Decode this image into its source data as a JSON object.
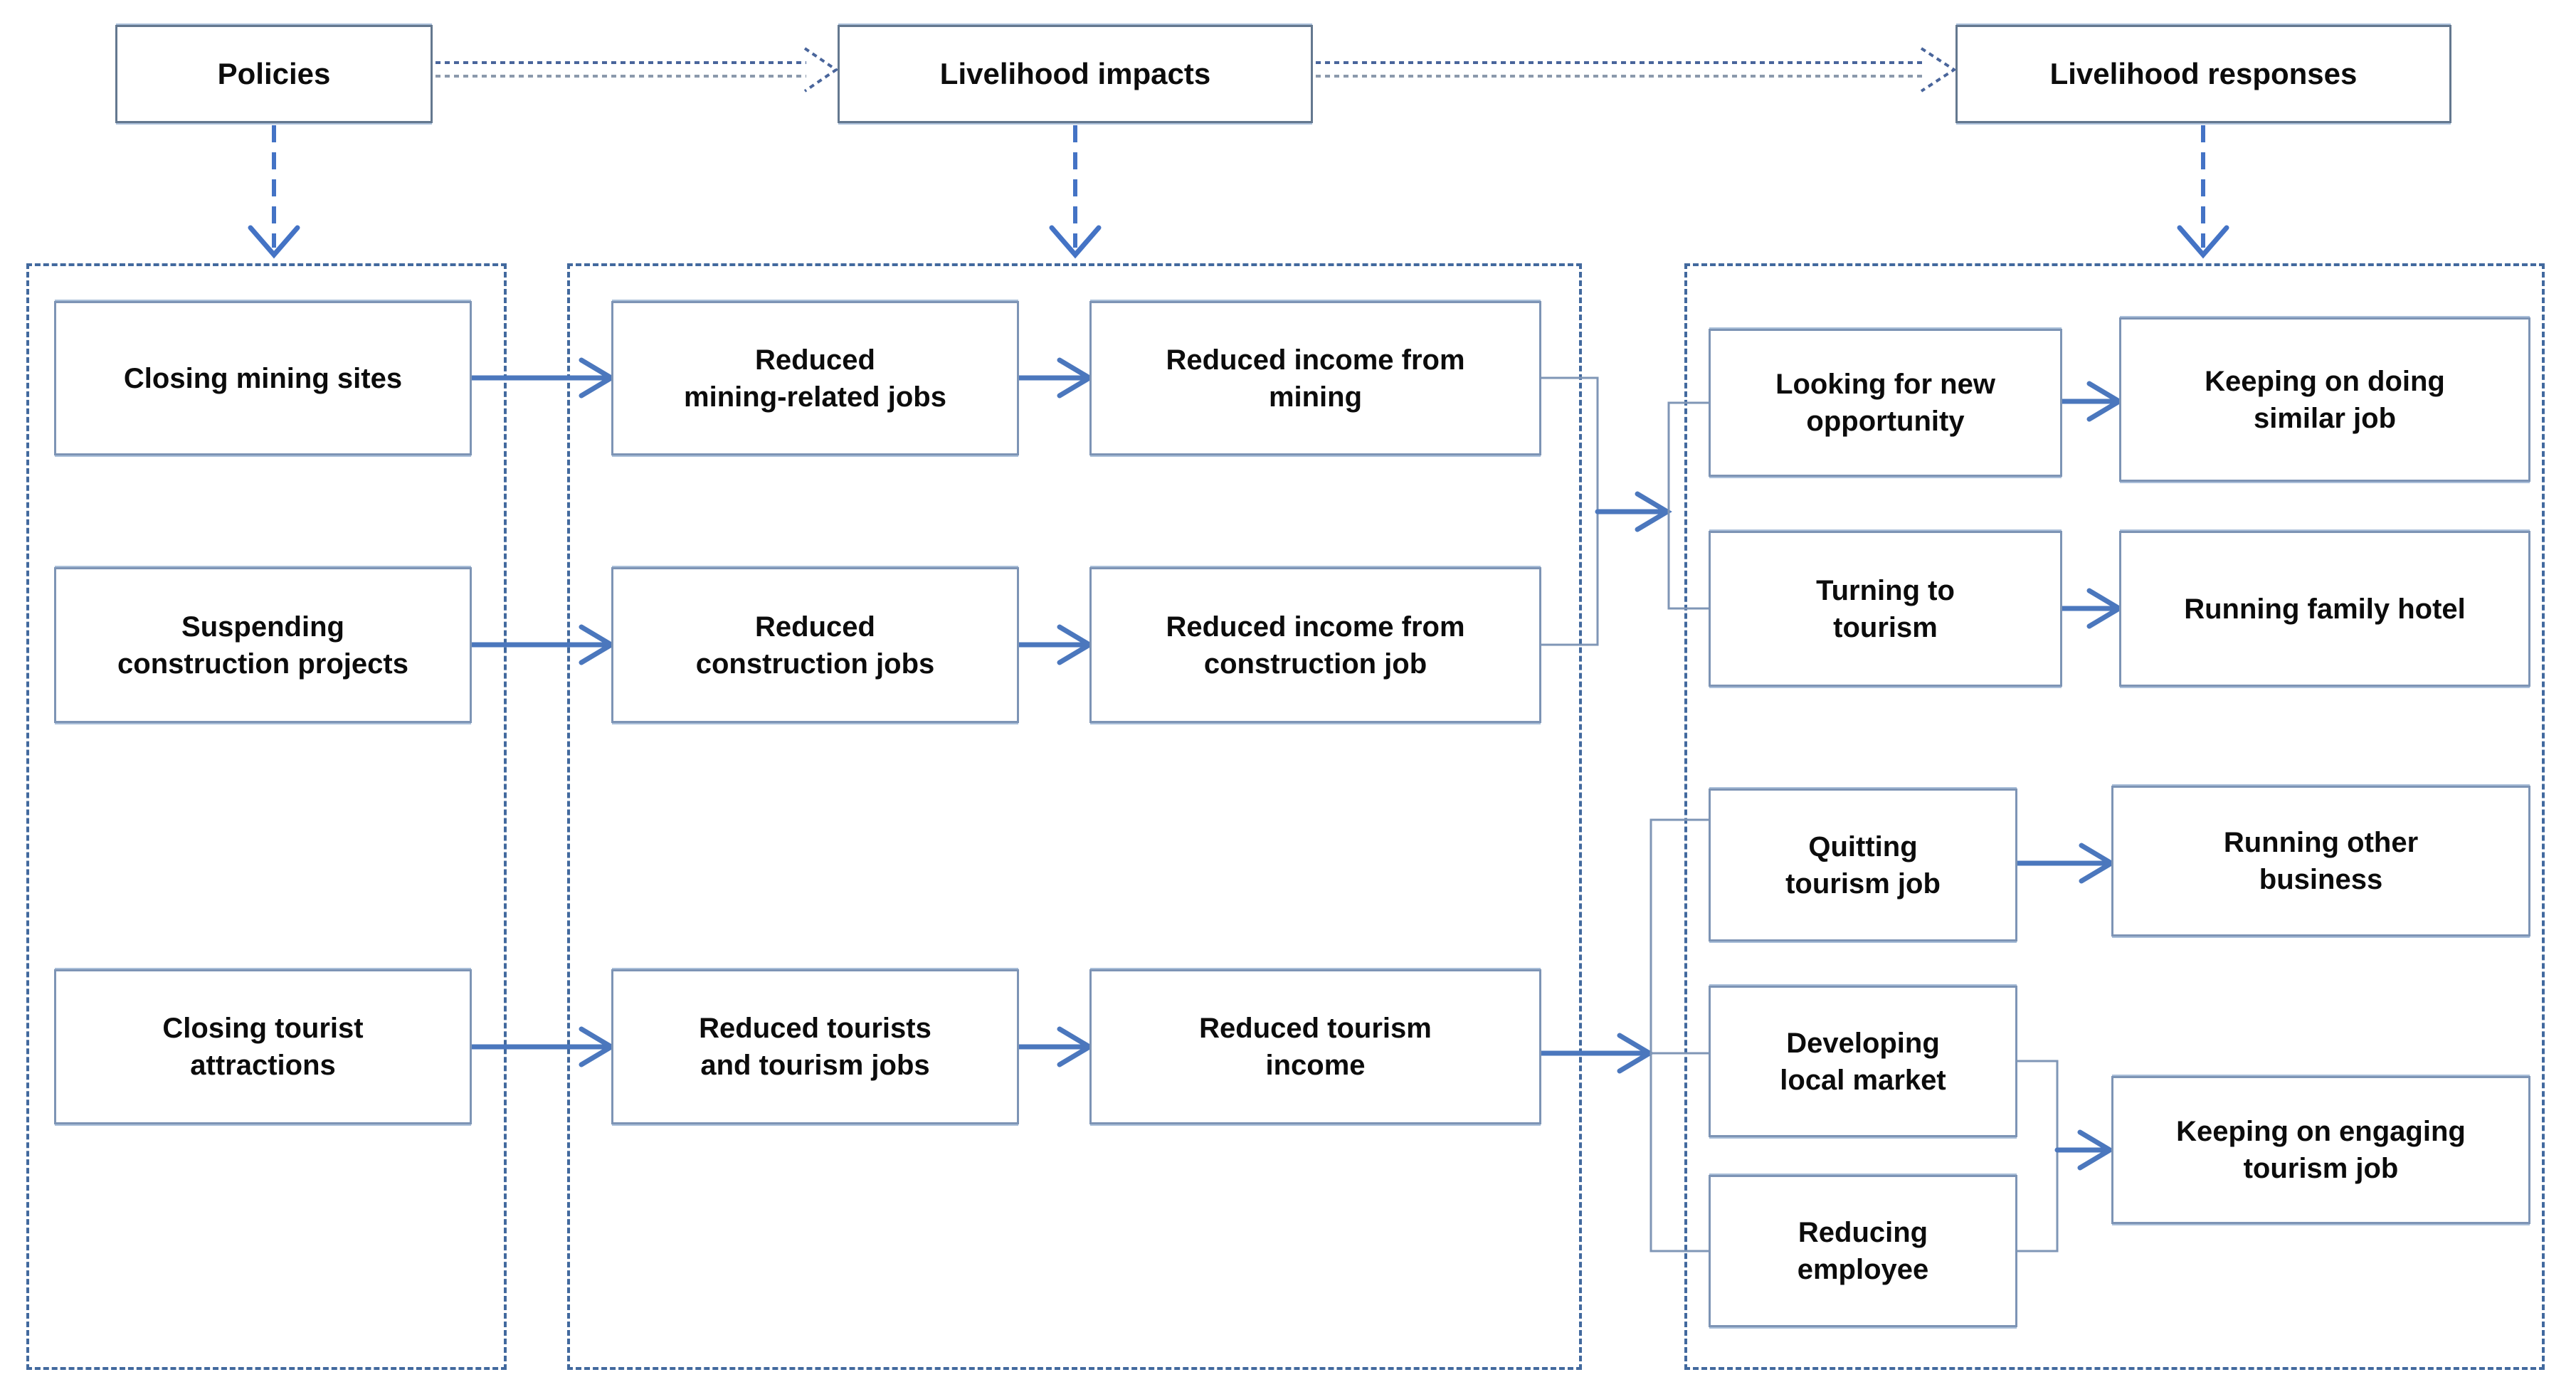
{
  "headers": {
    "policies": "Policies",
    "impacts": "Livelihood impacts",
    "responses": "Livelihood responses"
  },
  "policies": {
    "closing_mining": "Closing mining sites",
    "suspending_construction": "Suspending\nconstruction projects",
    "closing_tourist": "Closing tourist\nattractions"
  },
  "impacts": {
    "reduced_mining_jobs": "Reduced\nmining-related jobs",
    "reduced_mining_income": "Reduced income from\nmining",
    "reduced_construction_jobs": "Reduced\nconstruction jobs",
    "reduced_construction_income": "Reduced income from\nconstruction job",
    "reduced_tourism_jobs": "Reduced tourists\nand tourism jobs",
    "reduced_tourism_income": "Reduced tourism\nincome"
  },
  "responses": {
    "new_opportunity": "Looking for new\nopportunity",
    "similar_job": "Keeping on doing\nsimilar job",
    "turning_tourism": "Turning to\ntourism",
    "family_hotel": "Running family hotel",
    "quitting_tourism": "Quitting\ntourism job",
    "other_business": "Running other\nbusiness",
    "local_market": "Developing\nlocal market",
    "reducing_employee": "Reducing\nemployee",
    "engaging_tourism": "Keeping on engaging\ntourism job"
  },
  "colors": {
    "solid_arrow": "#4b77bd",
    "bracket_line": "#7f96b6",
    "panel_dashed_border": "#42699e",
    "drop_arrow_dashed": "#4473c5",
    "box_border": "#7d94b5",
    "header_border": "#64788f",
    "dotted_arrow_top": "#49659b",
    "dotted_arrow_bottom": "#8b99ac",
    "text": "#0c0c0c"
  }
}
